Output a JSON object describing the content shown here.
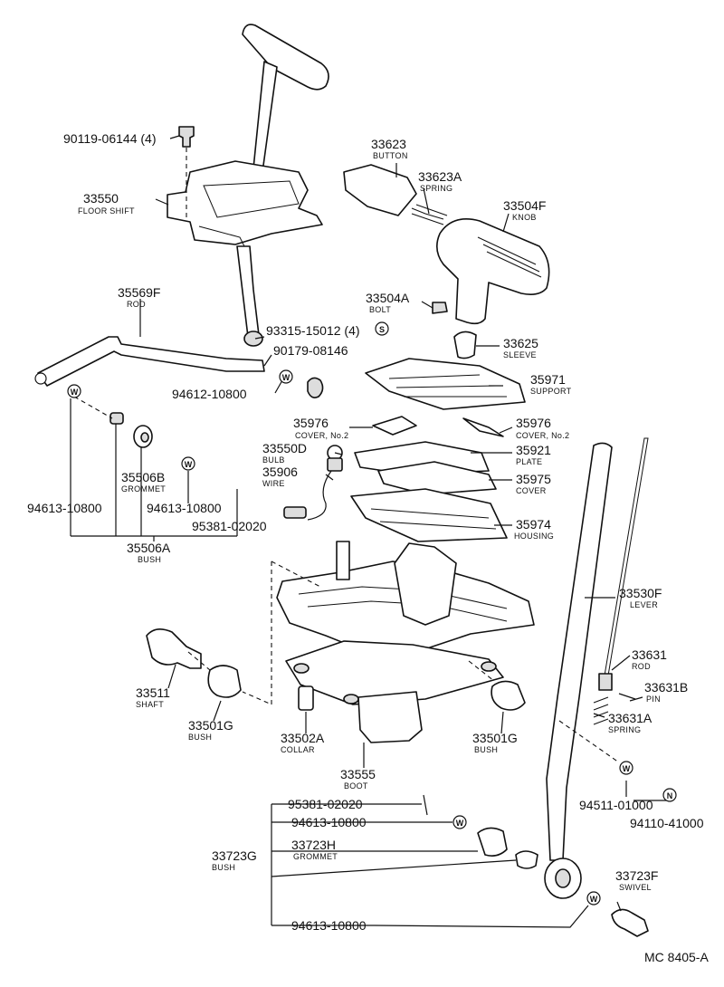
{
  "diagram": {
    "footer": "MC 8405-A",
    "labels": [
      {
        "id": "l1",
        "part": "90119-06144 (4)",
        "name": ""
      },
      {
        "id": "l2",
        "part": "33550",
        "name": "FLOOR SHIFT"
      },
      {
        "id": "l3",
        "part": "33623",
        "name": "BUTTON"
      },
      {
        "id": "l4",
        "part": "33623A",
        "name": "SPRING"
      },
      {
        "id": "l5",
        "part": "33504F",
        "name": "KNOB"
      },
      {
        "id": "l6",
        "part": "35569F",
        "name": "ROD"
      },
      {
        "id": "l7",
        "part": "33504A",
        "name": "BOLT"
      },
      {
        "id": "l8",
        "part": "93315-15012 (4)",
        "name": ""
      },
      {
        "id": "l9",
        "part": "90179-08146",
        "name": ""
      },
      {
        "id": "l10",
        "part": "33625",
        "name": "SLEEVE"
      },
      {
        "id": "l11",
        "part": "94612-10800",
        "name": ""
      },
      {
        "id": "l12",
        "part": "35971",
        "name": "SUPPORT"
      },
      {
        "id": "l13",
        "part": "35976",
        "name": "COVER, No.2"
      },
      {
        "id": "l14",
        "part": "35976",
        "name": "COVER, No.2"
      },
      {
        "id": "l15",
        "part": "33550D",
        "name": "BULB"
      },
      {
        "id": "l16",
        "part": "35921",
        "name": "PLATE"
      },
      {
        "id": "l17",
        "part": "35506B",
        "name": "GROMMET"
      },
      {
        "id": "l18",
        "part": "35906",
        "name": "WIRE"
      },
      {
        "id": "l19",
        "part": "35975",
        "name": "COVER"
      },
      {
        "id": "l20",
        "part": "94613-10800",
        "name": ""
      },
      {
        "id": "l21",
        "part": "94613-10800",
        "name": ""
      },
      {
        "id": "l22",
        "part": "95381-02020",
        "name": ""
      },
      {
        "id": "l23",
        "part": "35974",
        "name": "HOUSING"
      },
      {
        "id": "l24",
        "part": "35506A",
        "name": "BUSH"
      },
      {
        "id": "l25",
        "part": "33530F",
        "name": "LEVER"
      },
      {
        "id": "l26",
        "part": "33631",
        "name": "ROD"
      },
      {
        "id": "l27",
        "part": "33631B",
        "name": "PIN"
      },
      {
        "id": "l28",
        "part": "33511",
        "name": "SHAFT"
      },
      {
        "id": "l29",
        "part": "33631A",
        "name": "SPRING"
      },
      {
        "id": "l30",
        "part": "33501G",
        "name": "BUSH"
      },
      {
        "id": "l31",
        "part": "33502A",
        "name": "COLLAR"
      },
      {
        "id": "l32",
        "part": "33501G",
        "name": "BUSH"
      },
      {
        "id": "l33",
        "part": "33555",
        "name": "BOOT"
      },
      {
        "id": "l34",
        "part": "94511-01000",
        "name": ""
      },
      {
        "id": "l35",
        "part": "94110-41000",
        "name": ""
      },
      {
        "id": "l36",
        "part": "95381-02020",
        "name": ""
      },
      {
        "id": "l37",
        "part": "94613-10800",
        "name": ""
      },
      {
        "id": "l38",
        "part": "33723G",
        "name": "BUSH"
      },
      {
        "id": "l39",
        "part": "33723H",
        "name": "GROMMET"
      },
      {
        "id": "l40",
        "part": "33723F",
        "name": "SWIVEL"
      },
      {
        "id": "l41",
        "part": "94613-10800",
        "name": ""
      }
    ],
    "symbols": [
      {
        "id": "s1",
        "letter": "S"
      },
      {
        "id": "s2",
        "letter": "W"
      },
      {
        "id": "s3",
        "letter": "W"
      },
      {
        "id": "s4",
        "letter": "W"
      },
      {
        "id": "s5",
        "letter": "W"
      },
      {
        "id": "s6",
        "letter": "N"
      },
      {
        "id": "s7",
        "letter": "W"
      },
      {
        "id": "s8",
        "letter": "W"
      }
    ]
  }
}
